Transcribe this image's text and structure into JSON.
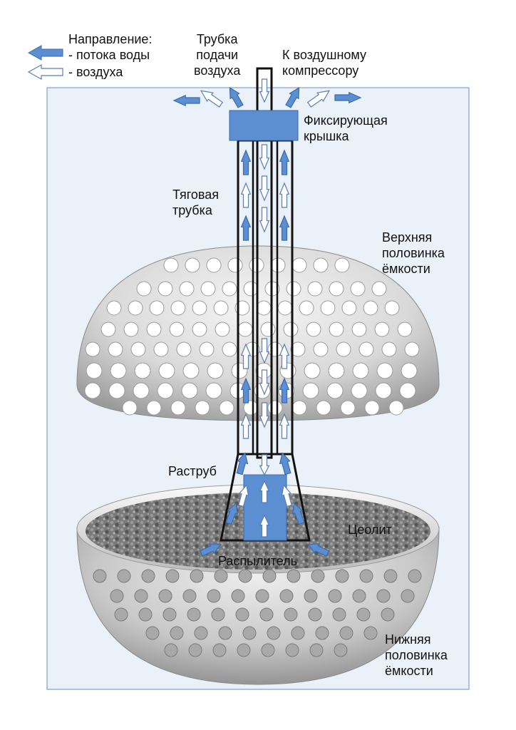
{
  "legend": {
    "title": "Направление:",
    "water": "- потока воды",
    "air": "- воздуха"
  },
  "labels": {
    "air_tube": "Трубка\nподачи\nвоздуха",
    "compressor": "К воздушному\nкомпрессору",
    "cap": "Фиксирующая\nкрышка",
    "draft_tube": "Тяговая\nтрубка",
    "upper_half": "Верхняя\nполовинка\nёмкости",
    "bell": "Раструб",
    "zeolite": "Цеолит",
    "sprayer": "Распылитель",
    "lower_half": "Нижняя\nполовинка\nёмкости"
  },
  "colors": {
    "water_arrow": "#5b8fd1",
    "air_arrow": "#ffffff",
    "background_panel": "#eaf1f9",
    "cap": "#5b8fd1",
    "zeolite": "#6b6b6b"
  }
}
